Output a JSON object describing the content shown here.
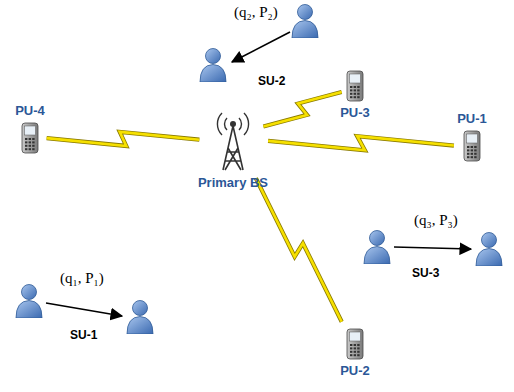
{
  "diagram": {
    "nodes": [
      {
        "text": [
          "PU-3"
        ]
      },
      {
        "text": [
          "PU-4"
        ]
      },
      {
        "text": [
          "Primary BS"
        ]
      },
      {
        "text": [
          "PU-1"
        ]
      },
      {
        "text": [
          "PU-2"
        ]
      }
    ],
    "edges": [
      {
        "from": 2,
        "to": 0,
        "arrow": "none"
      },
      {
        "from": 2,
        "to": 1,
        "arrow": "none"
      },
      {
        "from": 2,
        "to": 3,
        "arrow": "none"
      },
      {
        "from": 2,
        "to": 4,
        "arrow": "none"
      }
    ],
    "labels": [
      "(q₂, P₂)",
      "SU-2",
      "(q₃, P₃)",
      "SU-3",
      "(q₁, P₁)",
      "SU-1"
    ]
  }
}
